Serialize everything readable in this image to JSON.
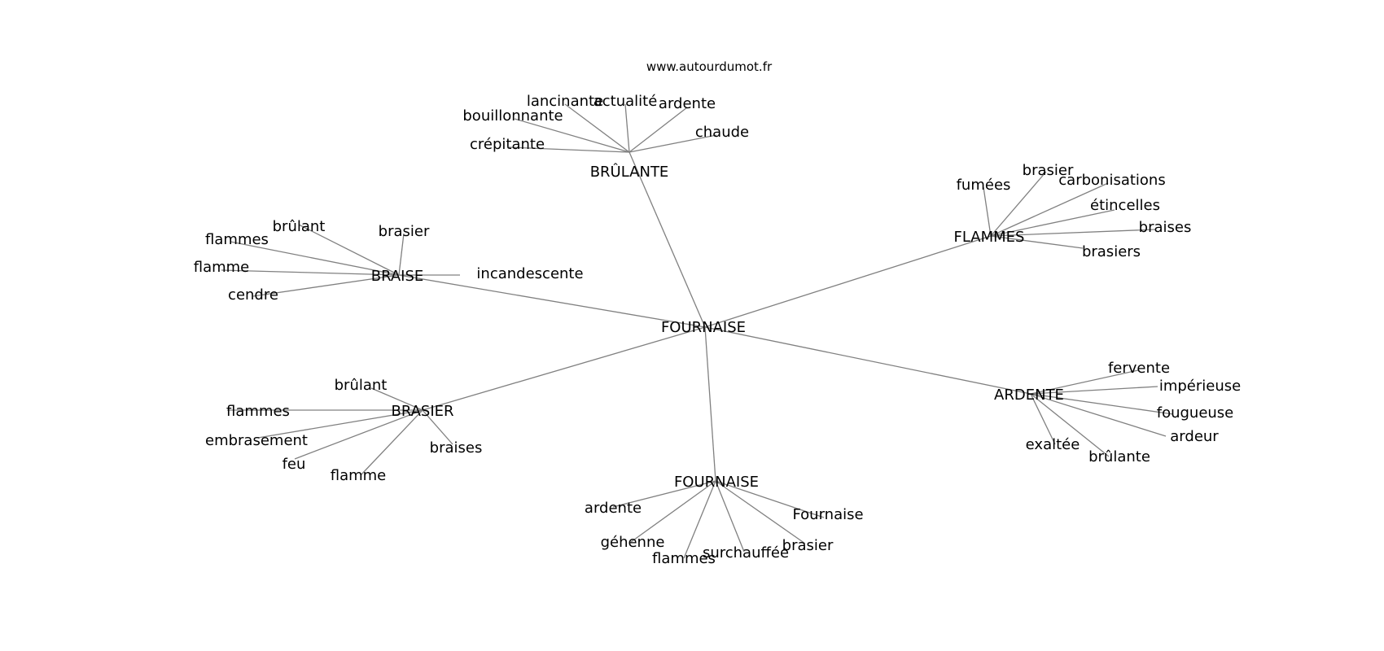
{
  "source": "www.autourdumot.fr",
  "center": "FOURNAISE",
  "colors": {
    "edge": "#808080",
    "text": "#000000",
    "background": "#ffffff"
  },
  "clusters": [
    {
      "hub": "BRÛLANTE",
      "words": [
        "lancinante",
        "actualité",
        "ardente",
        "bouillonnante",
        "chaude",
        "crépitante"
      ]
    },
    {
      "hub": "FLAMMES",
      "words": [
        "fumées",
        "brasier",
        "carbonisations",
        "étincelles",
        "braises",
        "brasiers"
      ]
    },
    {
      "hub": "BRAISE",
      "words": [
        "brûlant",
        "brasier",
        "flammes",
        "flamme",
        "incandescente",
        "cendre"
      ]
    },
    {
      "hub": "BRASIER",
      "words": [
        "brûlant",
        "flammes",
        "embrasement",
        "feu",
        "flamme",
        "braises"
      ]
    },
    {
      "hub": "ARDENTE",
      "words": [
        "fervente",
        "impérieuse",
        "fougueuse",
        "ardeur",
        "exaltée",
        "brûlante"
      ]
    },
    {
      "hub": "FOURNAISE",
      "words": [
        "ardente",
        "Fournaise",
        "géhenne",
        "brasier",
        "surchauffée",
        "flammes"
      ]
    }
  ]
}
